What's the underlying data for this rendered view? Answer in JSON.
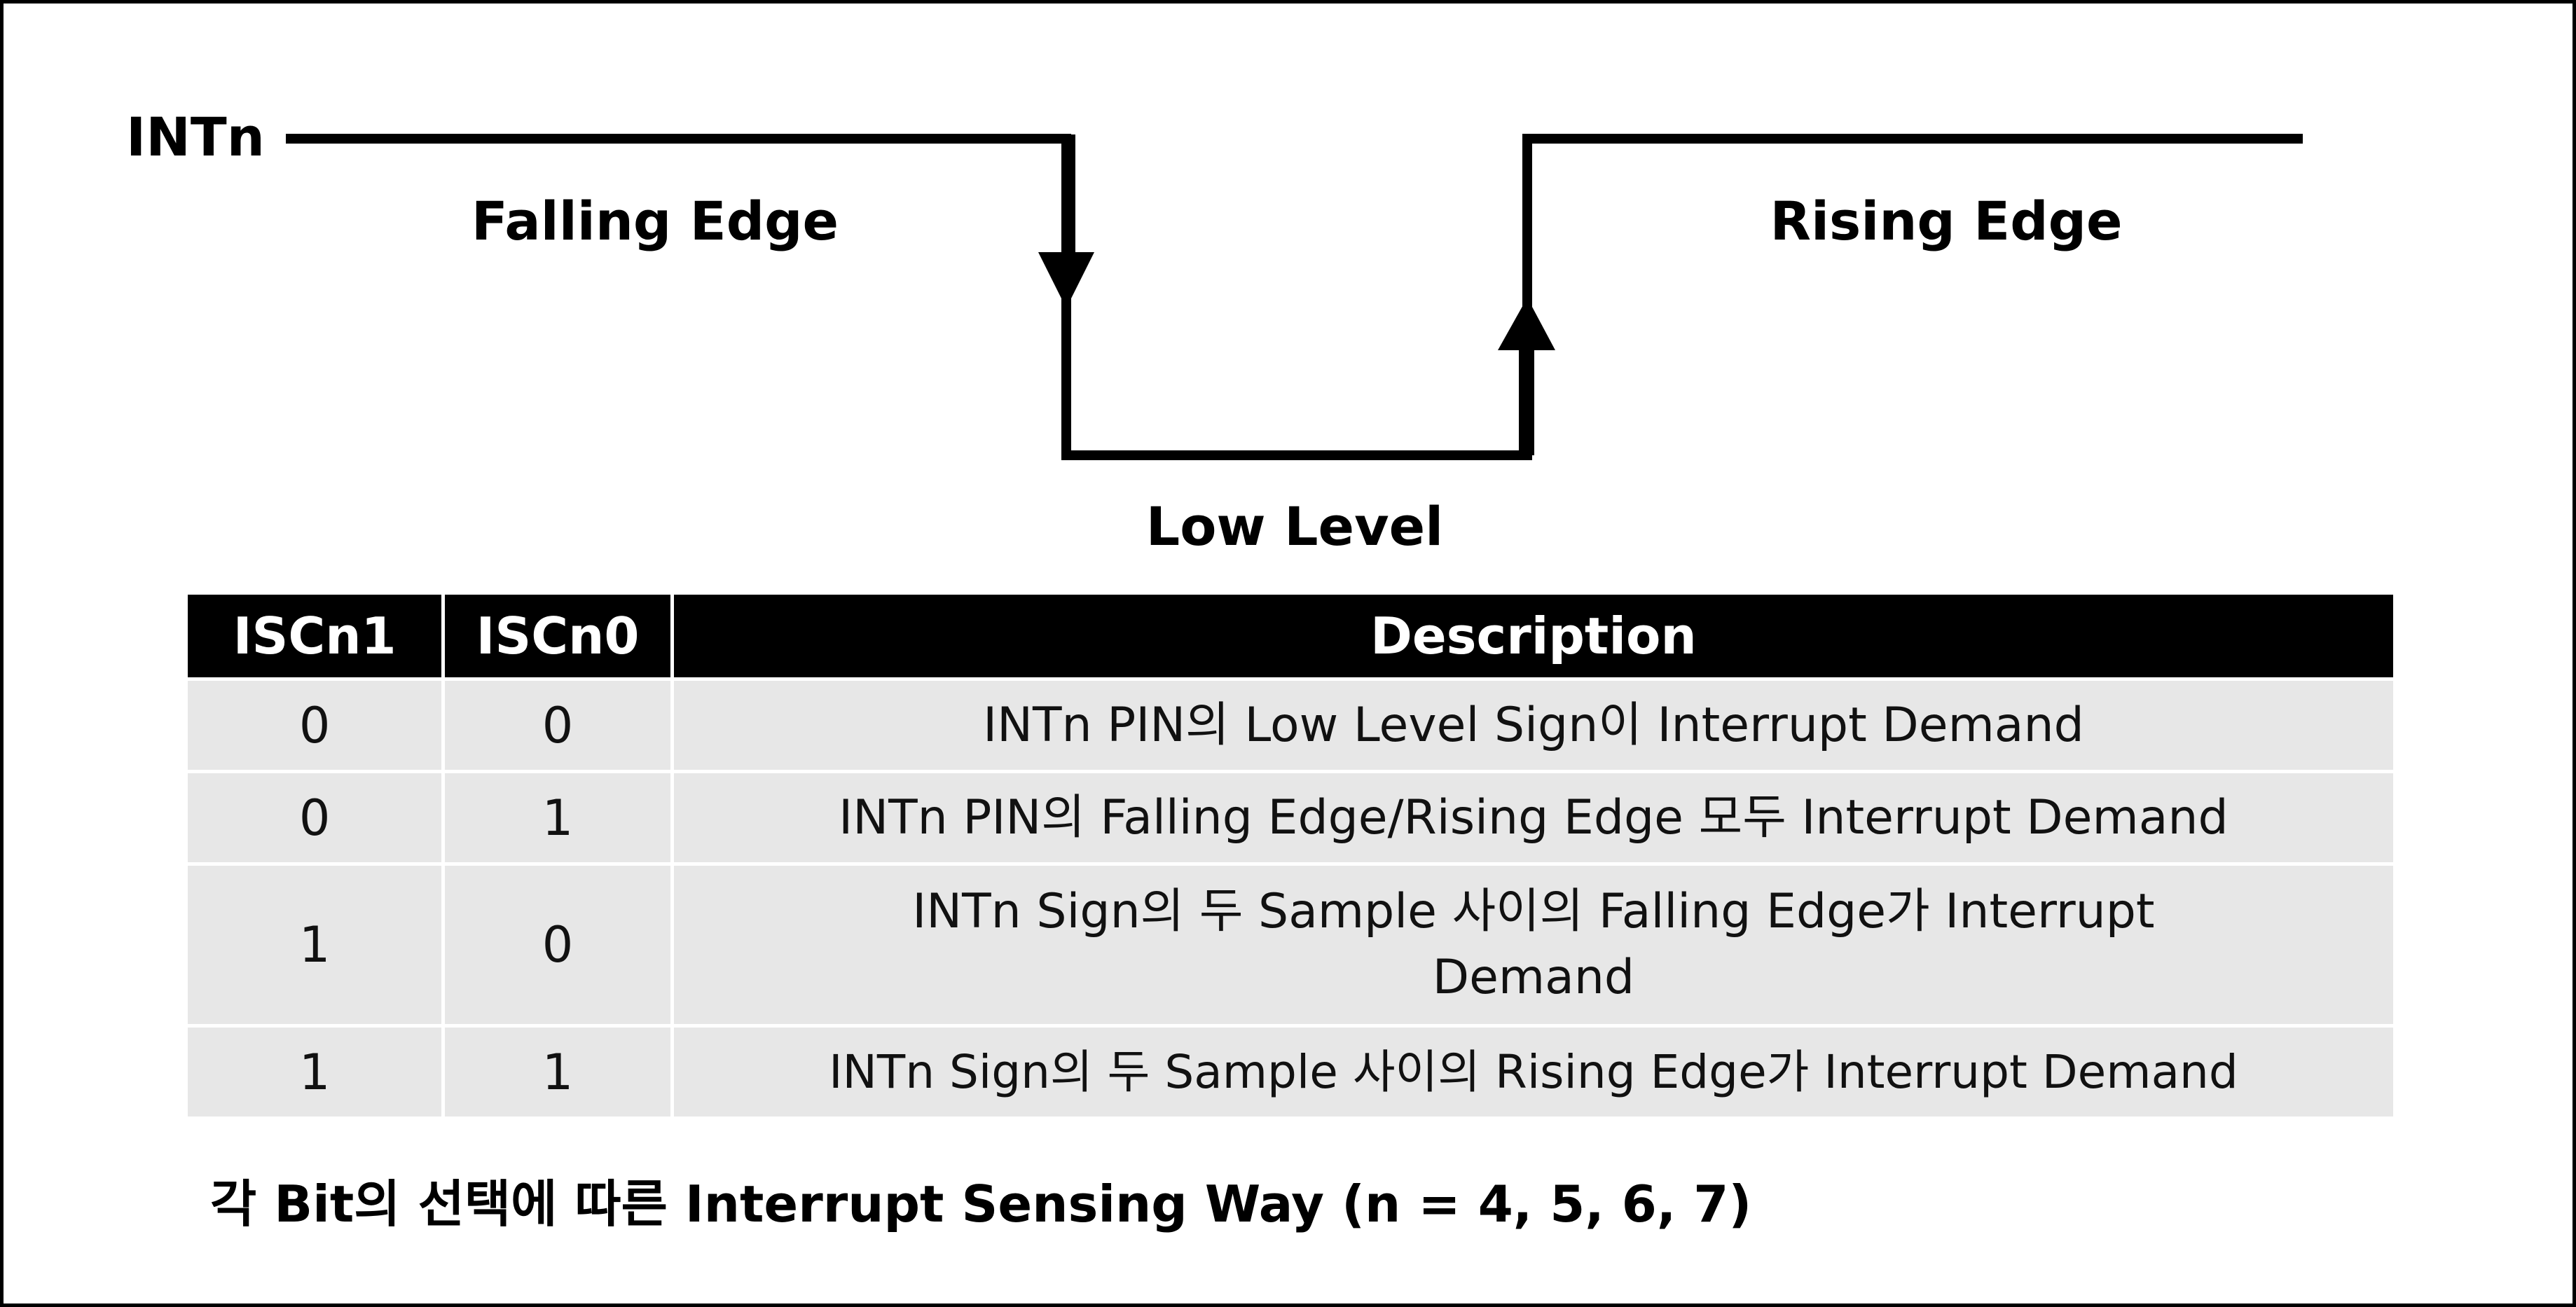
{
  "diagram": {
    "signal_label": "INTn",
    "falling_edge_label": "Falling Edge",
    "rising_edge_label": "Rising Edge",
    "low_level_label": "Low Level"
  },
  "table": {
    "headers": [
      "ISCn1",
      "ISCn0",
      "Description"
    ],
    "rows": [
      [
        "0",
        "0",
        "INTn PIN의 Low Level Sign이 Interrupt Demand"
      ],
      [
        "0",
        "1",
        "INTn PIN의 Falling Edge/Rising Edge 모두 Interrupt Demand"
      ],
      [
        "1",
        "0",
        "INTn Sign의 두 Sample 사이의 Falling Edge가 Interrupt Demand"
      ],
      [
        "1",
        "1",
        "INTn Sign의 두 Sample 사이의 Rising Edge가 Interrupt Demand"
      ]
    ],
    "colors": {
      "header_bg": "#000000",
      "header_text": "#ffffff",
      "cell_bg": "#e7e7e7"
    }
  },
  "caption": "각 Bit의 선택에 따른 Interrupt Sensing Way (n = 4, 5, 6, 7)"
}
